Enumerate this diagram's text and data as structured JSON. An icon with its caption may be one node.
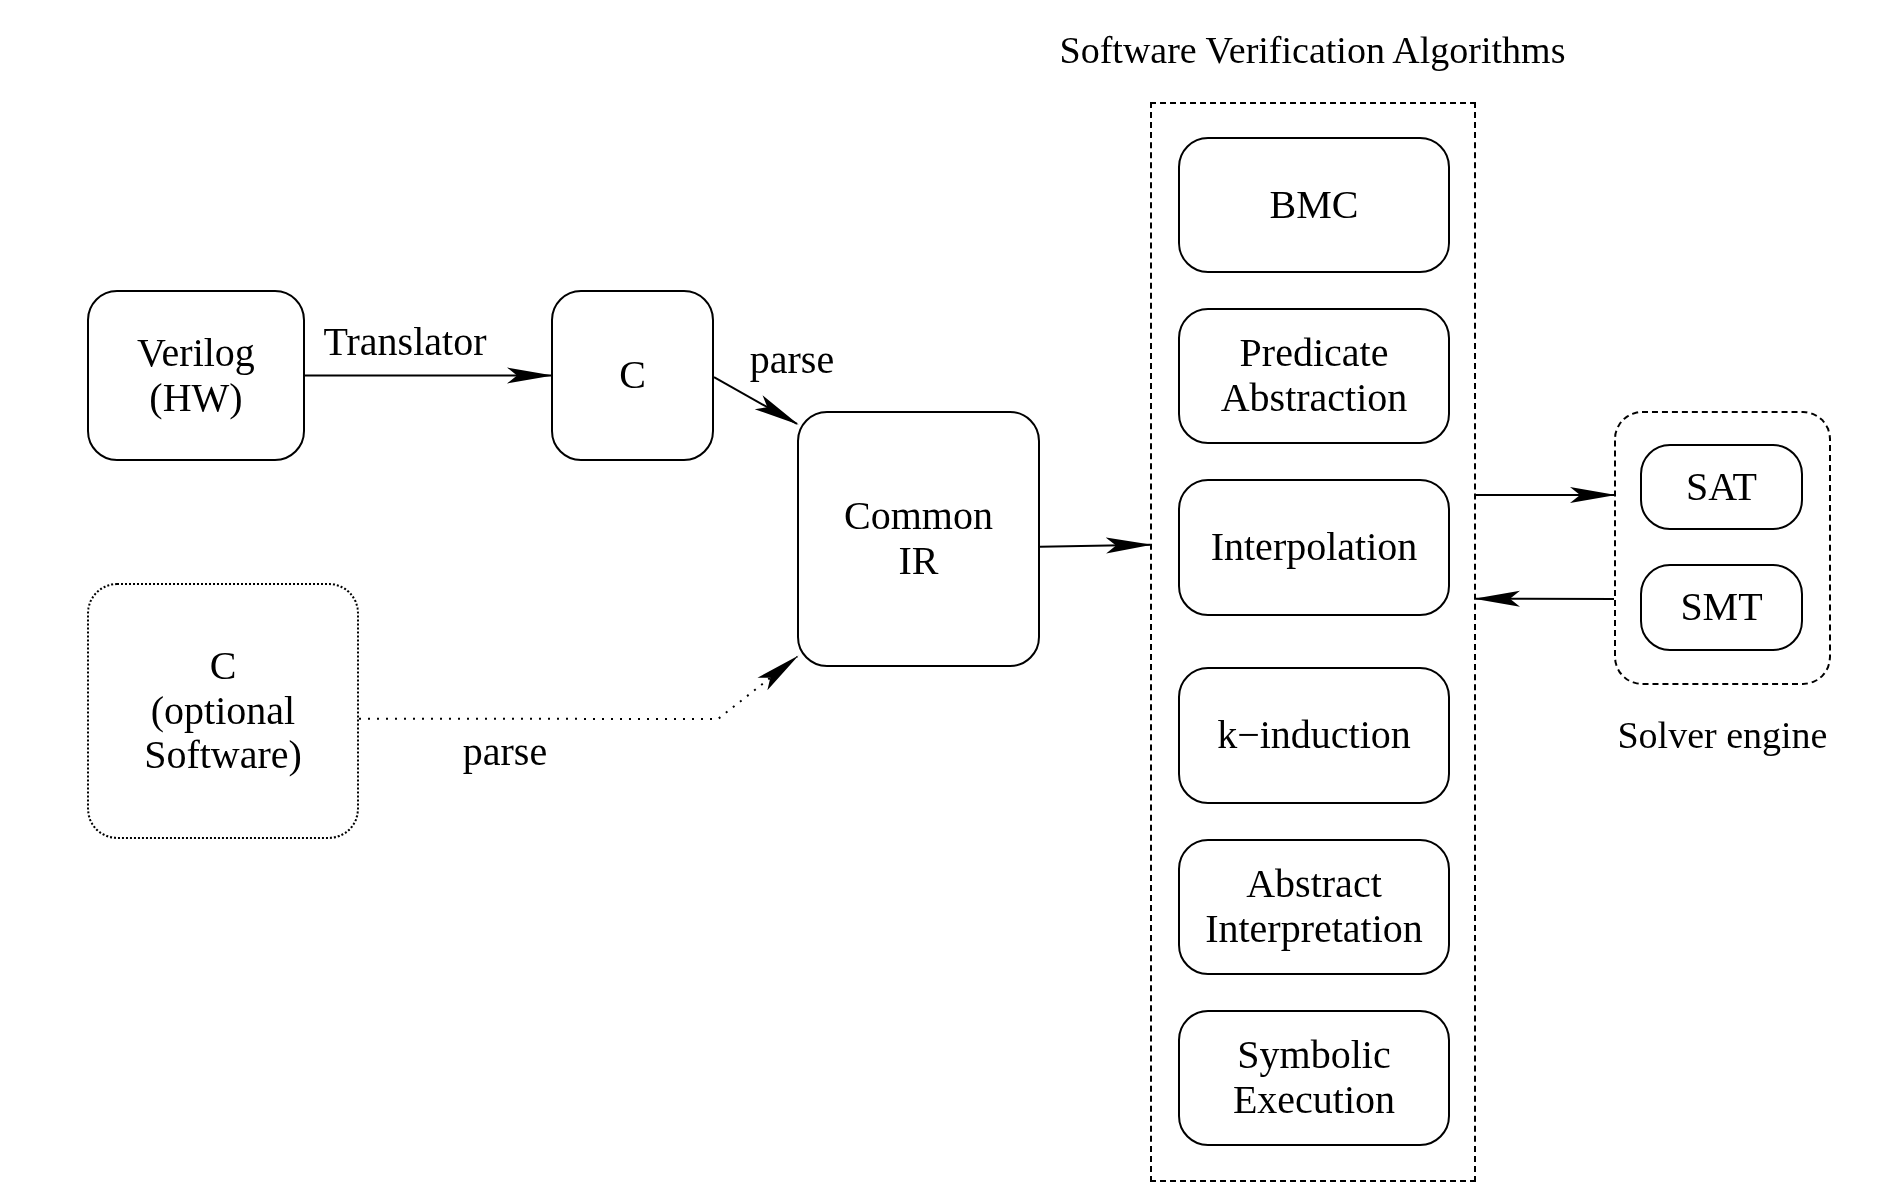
{
  "diagram": {
    "nodes": [
      {
        "text": [
          "Verilog (HW)"
        ]
      },
      {
        "text": [
          "C"
        ]
      },
      {
        "text": [
          "Common IR"
        ]
      },
      {
        "text": [
          "C",
          "(optional Software)"
        ]
      },
      {
        "text": [
          "Software Verification Algorithms"
        ]
      },
      {
        "text": [
          "BMC"
        ],
        "in": 4
      },
      {
        "text": [
          "Predicate Abstraction"
        ],
        "in": 4
      },
      {
        "text": [
          "Interpolation"
        ],
        "in": 4
      },
      {
        "text": [
          "k−induction"
        ],
        "in": 4
      },
      {
        "text": [
          "Abstract Interpretation"
        ],
        "in": 4
      },
      {
        "text": [
          "Symbolic Execution"
        ],
        "in": 4
      },
      {
        "text": [
          "Solver engine"
        ]
      },
      {
        "text": [
          "SAT"
        ],
        "in": 11
      },
      {
        "text": [
          "SMT"
        ],
        "in": 11
      }
    ],
    "edges": [
      {
        "from": 0,
        "to": 1,
        "arrow": "to",
        "label": "Translator"
      },
      {
        "from": 1,
        "to": 2,
        "arrow": "to",
        "label": "parse"
      },
      {
        "from": 3,
        "to": 2,
        "arrow": "to",
        "label": "parse",
        "style": "dashed"
      },
      {
        "from": 2,
        "to": 4,
        "arrow": "to"
      },
      {
        "from": 4,
        "to": 11,
        "arrow": "to"
      },
      {
        "from": 11,
        "to": 4,
        "arrow": "to"
      }
    ]
  }
}
